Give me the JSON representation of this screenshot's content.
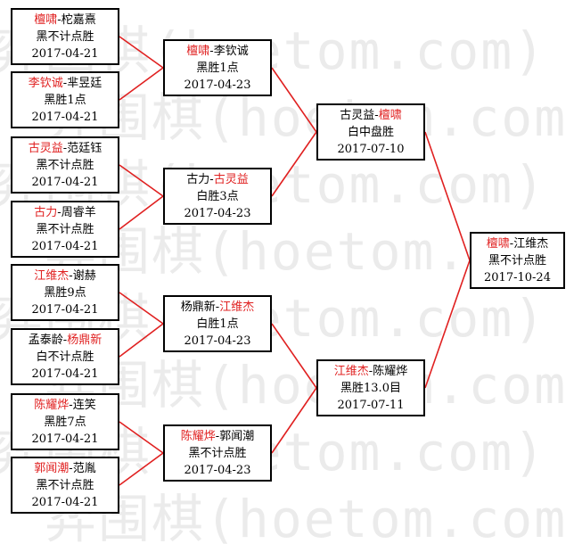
{
  "watermark": {
    "text_lines": [
      "弈围棋(hoetom.com)",
      "弈围棋(hoetom.com)",
      "弈围棋(hoetom.com)",
      "弈围棋(hoetom.com)",
      "弈围棋(hoetom.com)",
      "弈围棋(hoetom.com)",
      "弈围棋(hoetom.com)",
      "弈围棋(hoetom.com)"
    ]
  },
  "colors": {
    "winner": "#e02020",
    "line": "#e02020",
    "text": "#000000",
    "border": "#000000"
  },
  "rounds": [
    {
      "matches": [
        {
          "black": "檀啸",
          "white": "柁嘉熹",
          "winner": "black",
          "result": "黑不计点胜",
          "date": "2017-04-21"
        },
        {
          "black": "李钦诚",
          "white": "芈昱廷",
          "winner": "black",
          "result": "黑胜1点",
          "date": "2017-04-21"
        },
        {
          "black": "古灵益",
          "white": "范廷钰",
          "winner": "black",
          "result": "黑不计点胜",
          "date": "2017-04-21"
        },
        {
          "black": "古力",
          "white": "周睿羊",
          "winner": "black",
          "result": "黑不计点胜",
          "date": "2017-04-21"
        },
        {
          "black": "江维杰",
          "white": "谢赫",
          "winner": "black",
          "result": "黑胜9点",
          "date": "2017-04-21"
        },
        {
          "black": "孟泰龄",
          "white": "杨鼎新",
          "winner": "white",
          "result": "白不计点胜",
          "date": "2017-04-21"
        },
        {
          "black": "陈耀烨",
          "white": "连笑",
          "winner": "black",
          "result": "黑胜7点",
          "date": "2017-04-21"
        },
        {
          "black": "郭闻潮",
          "white": "范胤",
          "winner": "black",
          "result": "黑不计点胜",
          "date": "2017-04-21"
        }
      ]
    },
    {
      "matches": [
        {
          "black": "檀啸",
          "white": "李钦诚",
          "winner": "black",
          "result": "黑胜1点",
          "date": "2017-04-23"
        },
        {
          "black": "古力",
          "white": "古灵益",
          "winner": "white",
          "result": "白胜3点",
          "date": "2017-04-23"
        },
        {
          "black": "杨鼎新",
          "white": "江维杰",
          "winner": "white",
          "result": "白胜1点",
          "date": "2017-04-23"
        },
        {
          "black": "陈耀烨",
          "white": "郭闻潮",
          "winner": "black",
          "result": "黑不计点胜",
          "date": "2017-04-23"
        }
      ]
    },
    {
      "matches": [
        {
          "black": "古灵益",
          "white": "檀啸",
          "winner": "white",
          "result": "白中盘胜",
          "date": "2017-07-10"
        },
        {
          "black": "江维杰",
          "white": "陈耀烨",
          "winner": "black",
          "result": "黑胜13.0目",
          "date": "2017-07-11"
        }
      ]
    },
    {
      "matches": [
        {
          "black": "檀啸",
          "white": "江维杰",
          "winner": "black",
          "result": "黑不计点胜",
          "date": "2017-10-24"
        }
      ]
    }
  ]
}
